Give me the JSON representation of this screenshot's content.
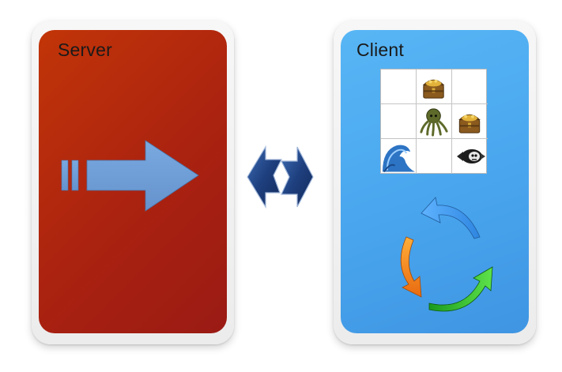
{
  "server": {
    "title": "Server"
  },
  "client": {
    "title": "Client",
    "grid": [
      [
        "empty",
        "treasure-chest",
        "empty"
      ],
      [
        "empty",
        "octopus",
        "treasure-chest"
      ],
      [
        "wave",
        "empty",
        "skull-fish"
      ]
    ]
  },
  "colors": {
    "server": "#b02a0e",
    "client": "#4aa7ef",
    "push_arrow": "#6f9fd8",
    "sync_arrows": "#1f3f7a",
    "cycle_blue": "#3c9bea",
    "cycle_orange": "#f07a14",
    "cycle_green": "#29b22a"
  },
  "icons": [
    "push-arrow-icon",
    "bidirectional-arrows-icon",
    "refresh-cycle-icon"
  ]
}
